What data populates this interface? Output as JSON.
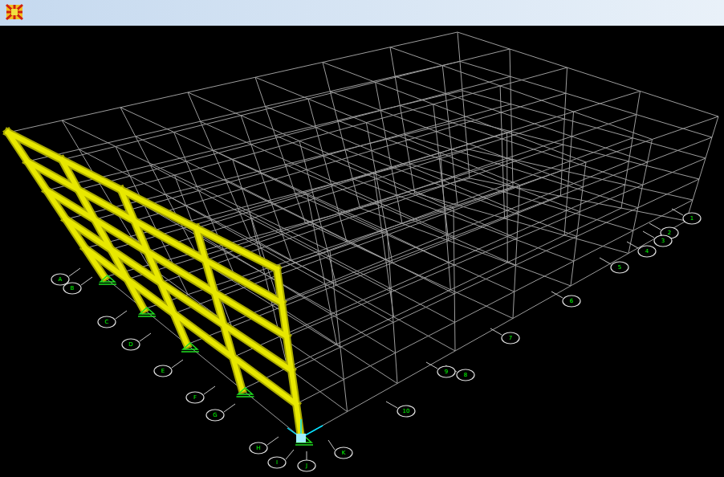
{
  "diagram": {
    "labels": [
      "A",
      "B",
      "C",
      "D",
      "E",
      "F",
      "G",
      "H",
      "I",
      "J",
      "K",
      "1",
      "2",
      "3",
      "4",
      "5",
      "6",
      "7",
      "8",
      "9",
      "10"
    ]
  }
}
